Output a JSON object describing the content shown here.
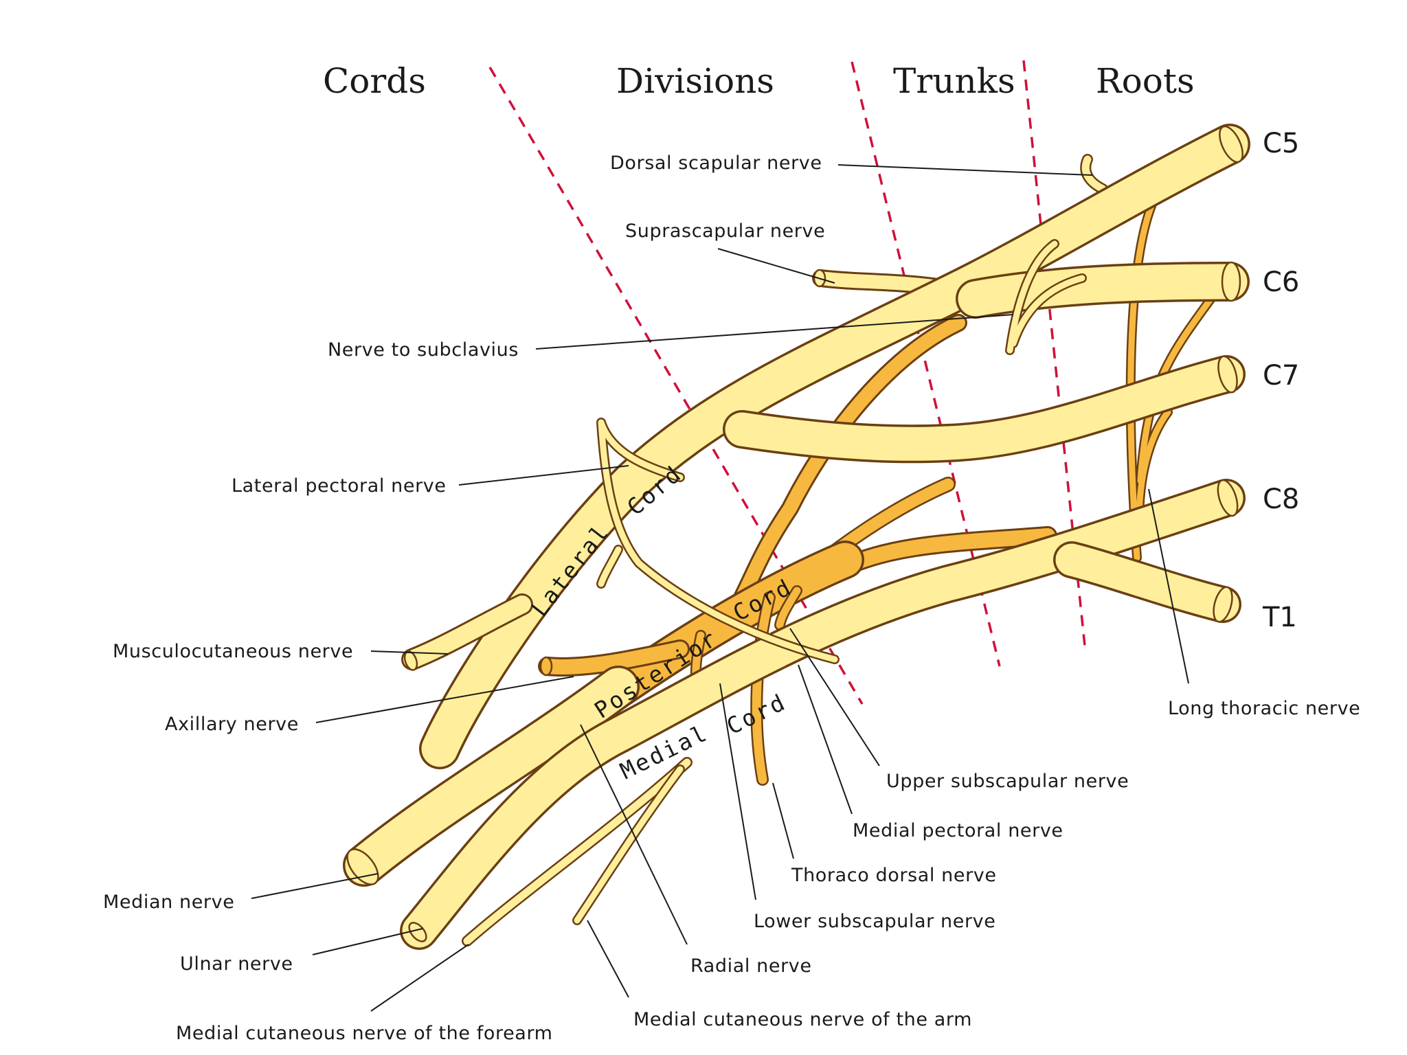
{
  "regions": {
    "cords": "Cords",
    "divisions": "Divisions",
    "trunks": "Trunks",
    "roots": "Roots"
  },
  "roots": {
    "c5": "C5",
    "c6": "C6",
    "c7": "C7",
    "c8": "C8",
    "t1": "T1"
  },
  "cords": {
    "lateral_word": "Lateral",
    "lateral_cord_word": "Cord",
    "posterior_word": "Posterior",
    "posterior_cord_word": "Cord",
    "medial_word": "Medial",
    "medial_cord_word": "Cord"
  },
  "nerves": {
    "dorsal_scapular": "Dorsal scapular nerve",
    "suprascapular": "Suprascapular nerve",
    "subclavius": "Nerve to subclavius",
    "lateral_pectoral": "Lateral pectoral nerve",
    "musculocutaneous": "Musculocutaneous nerve",
    "axillary": "Axillary nerve",
    "median": "Median nerve",
    "ulnar": "Ulnar nerve",
    "med_cut_forearm": "Medial cutaneous nerve of the forearm",
    "med_cut_arm": "Medial cutaneous nerve of the arm",
    "radial": "Radial nerve",
    "lower_subscapular": "Lower subscapular nerve",
    "thoracodorsal": "Thoraco dorsal nerve",
    "medial_pectoral": "Medial pectoral nerve",
    "upper_subscapular": "Upper subscapular nerve",
    "long_thoracic": "Long thoracic nerve"
  },
  "colors": {
    "nerve_fill": "#ffef9c",
    "posterior_fill": "#f7b840",
    "outline": "#6b3f12",
    "divider": "#d0103a"
  }
}
